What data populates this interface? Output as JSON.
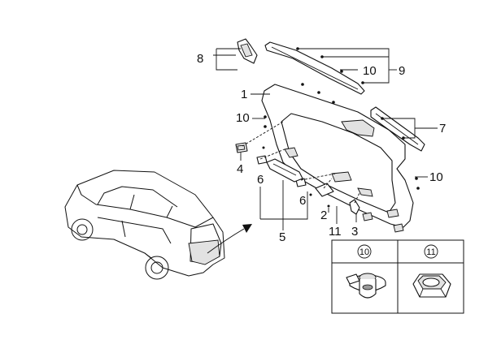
{
  "callouts": {
    "c1": "1",
    "c2": "2",
    "c3": "3",
    "c4": "4",
    "c5": "5",
    "c6a": "6",
    "c6b": "6",
    "c7": "7",
    "c8": "8",
    "c9": "9",
    "c10a": "10",
    "c10b": "10",
    "c10c": "10",
    "c11": "11"
  },
  "legend": {
    "left_code": "10",
    "right_code": "11"
  },
  "colors": {
    "line": "#111111",
    "panel_shade": "#e2e2e2",
    "dark_part": "#9a9a9a",
    "background": "#ffffff"
  }
}
